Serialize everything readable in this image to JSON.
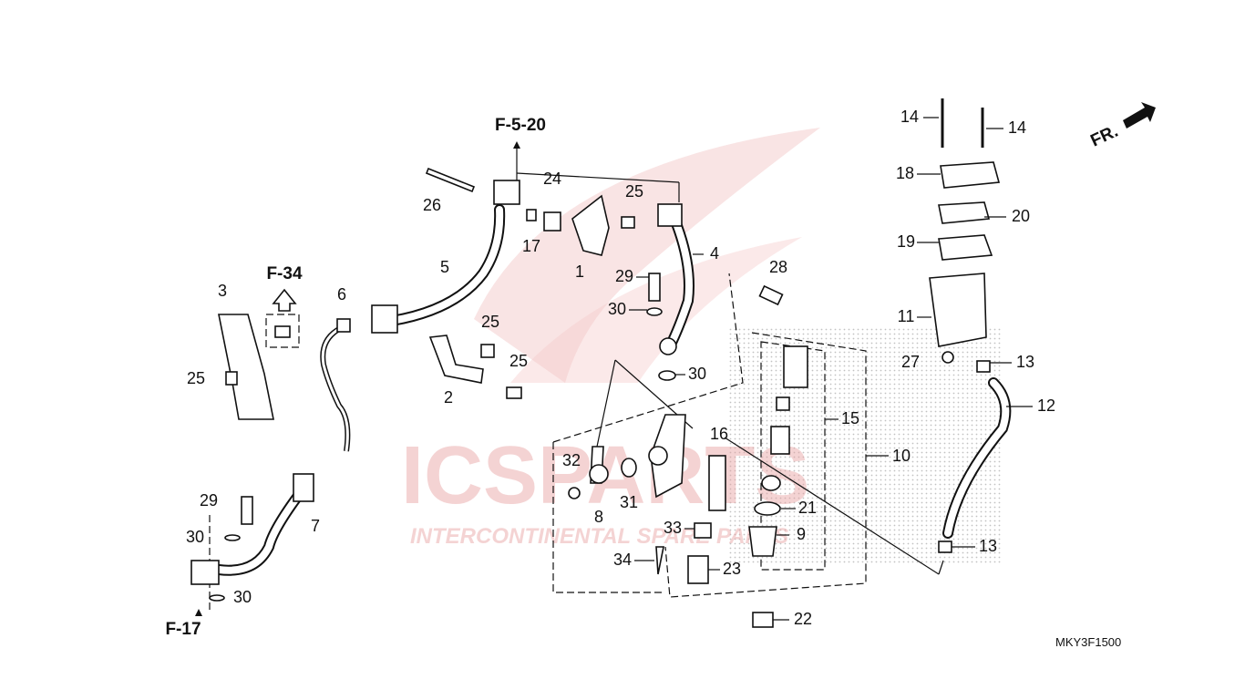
{
  "diagram_code": "MKY3F1500",
  "watermark": {
    "logo_text": "ICSPARTS",
    "tagline": "INTERCONTINENTAL SPARE PARTS",
    "color": "#e8a0a0"
  },
  "references": {
    "f5_20": "F-5-20",
    "f34": "F-34",
    "f17": "F-17",
    "front": "FR."
  },
  "callouts": [
    "26",
    "24",
    "17",
    "25",
    "1",
    "4",
    "5",
    "29",
    "30",
    "28",
    "3",
    "6",
    "25",
    "25",
    "2",
    "25",
    "30",
    "16",
    "15",
    "10",
    "32",
    "31",
    "8",
    "21",
    "33",
    "9",
    "34",
    "23",
    "22",
    "29",
    "7",
    "30",
    "30",
    "14",
    "14",
    "18",
    "20",
    "19",
    "11",
    "27",
    "13",
    "12",
    "13"
  ]
}
